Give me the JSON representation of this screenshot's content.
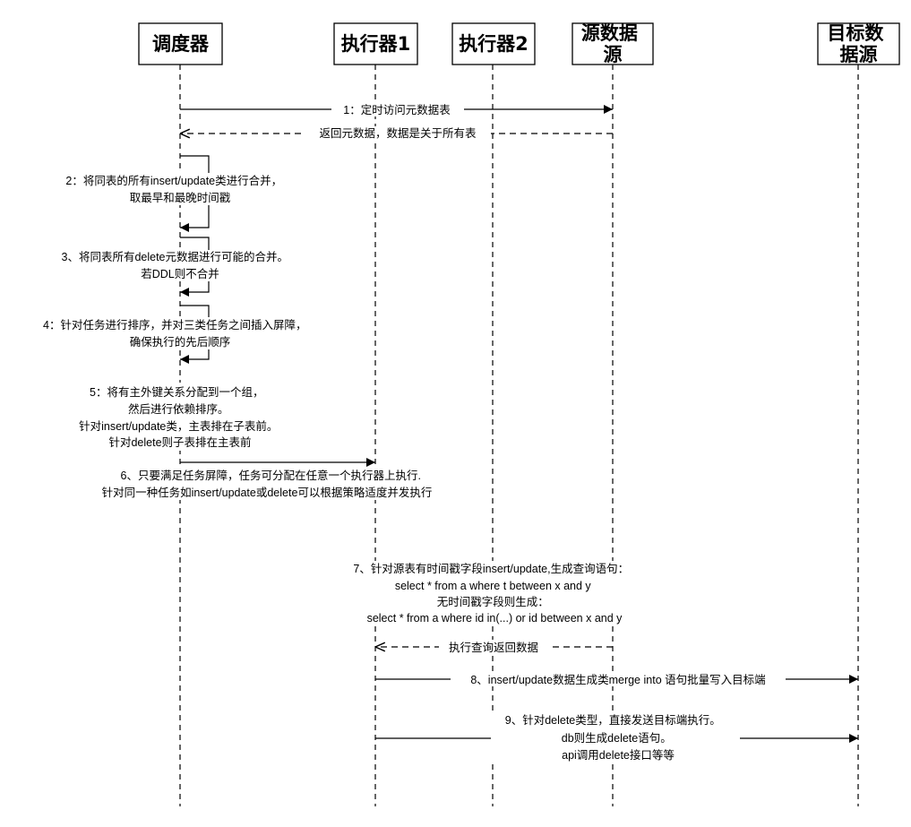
{
  "participants": [
    {
      "id": "scheduler",
      "lines": [
        "调度器"
      ]
    },
    {
      "id": "exec1",
      "lines": [
        "执行器1"
      ]
    },
    {
      "id": "exec2",
      "lines": [
        "执行器2"
      ]
    },
    {
      "id": "source",
      "lines": [
        "源数据",
        "源"
      ]
    },
    {
      "id": "target",
      "lines": [
        "目标数",
        "据源"
      ]
    }
  ],
  "messages": [
    {
      "id": "m1",
      "lines": [
        "1：定时访问元数据表"
      ]
    },
    {
      "id": "m1r",
      "lines": [
        "返回元数据，数据是关于所有表"
      ]
    },
    {
      "id": "m2",
      "lines": [
        "2：将同表的所有insert/update类进行合并，",
        "取最早和最晚时间戳"
      ]
    },
    {
      "id": "m3",
      "lines": [
        "3、将同表所有delete元数据进行可能的合并。",
        "若DDL则不合并"
      ]
    },
    {
      "id": "m4",
      "lines": [
        "4：针对任务进行排序，并对三类任务之间插入屏障，",
        "确保执行的先后顺序"
      ]
    },
    {
      "id": "m5",
      "lines": [
        "5：将有主外键关系分配到一个组，",
        "然后进行依赖排序。",
        "针对insert/update类，主表排在子表前。",
        "针对delete则子表排在主表前"
      ]
    },
    {
      "id": "m6",
      "lines": [
        "6、只要满足任务屏障，任务可分配在任意一个执行器上执行.",
        "针对同一种任务如insert/update或delete可以根据策略适度并发执行"
      ]
    },
    {
      "id": "m7",
      "lines": [
        "7、针对源表有时间戳字段insert/update,生成查询语句：",
        "select * from a where t between x and y",
        "无时间戳字段则生成：",
        "select * from a where id in(...) or id between x and y"
      ]
    },
    {
      "id": "m7r",
      "lines": [
        "执行查询返回数据"
      ]
    },
    {
      "id": "m8",
      "lines": [
        "8、insert/update数据生成类merge into 语句批量写入目标端"
      ]
    },
    {
      "id": "m9",
      "lines": [
        "9、针对delete类型，直接发送目标端执行。",
        "db则生成delete语句。",
        "api调用delete接口等等"
      ]
    }
  ]
}
